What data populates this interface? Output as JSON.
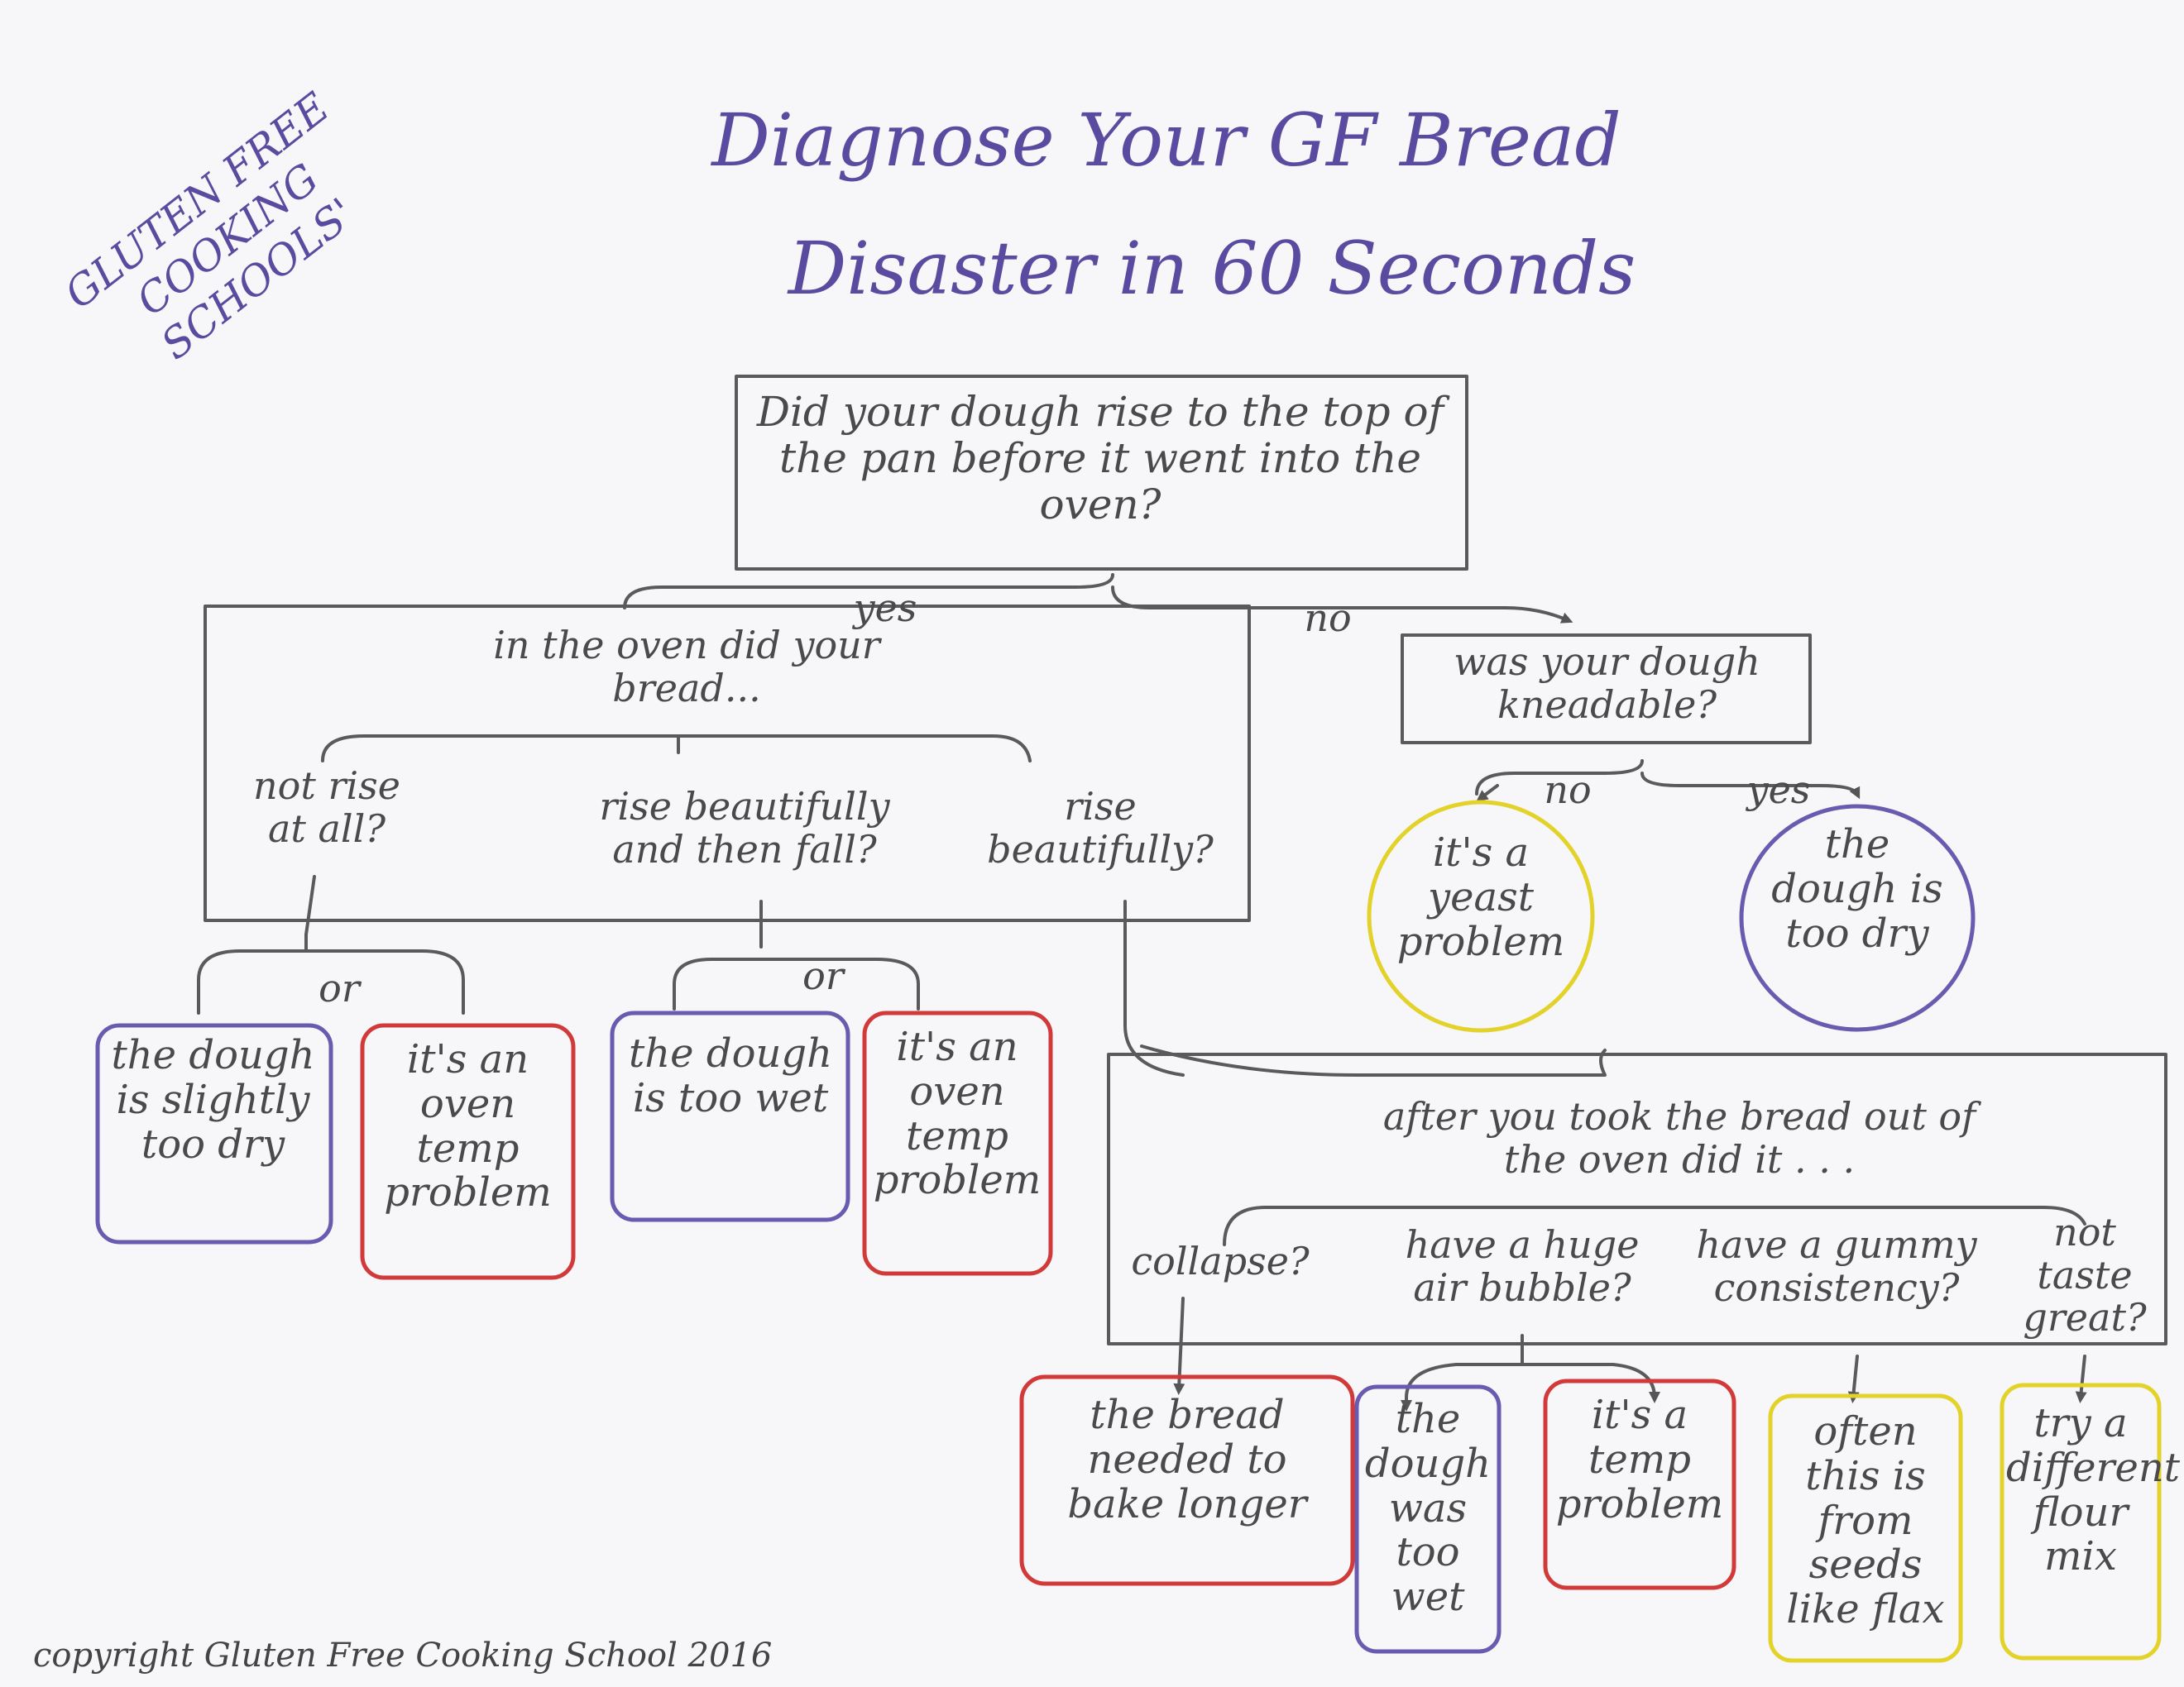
{
  "title": {
    "line1": "Diagnose Your GF Bread",
    "line2": "Disaster in 60 Seconds"
  },
  "brand": "GLUTEN FREE COOKING SCHOOLS'",
  "colors": {
    "pencil": "#5a5a5a",
    "purple": "#6a5ab0",
    "red": "#d23a3a",
    "yellow": "#e2d22a"
  },
  "flow": {
    "root_question": "Did your dough rise to the top of the pan before it went into the oven?",
    "yes_label": "yes",
    "no_label": "no",
    "oven": {
      "question": "in the oven did your bread...",
      "opt_no_rise": "not rise at all?",
      "opt_rise_fall": "rise beautifully and then fall?",
      "opt_rise": "rise beautifully?",
      "or_label": "or",
      "ans_dry": "the dough is slightly too dry",
      "ans_temp1": "it's an oven temp problem",
      "ans_wet": "the dough is too wet",
      "ans_temp2": "it's an oven temp problem"
    },
    "knead": {
      "question": "was your dough kneadable?",
      "no_label": "no",
      "yes_label": "yes",
      "ans_yeast": "it's a yeast problem",
      "ans_dry": "the dough is too dry"
    },
    "after": {
      "question": "after you took the bread out of the oven did it . . .",
      "opt_collapse": "collapse?",
      "opt_bubble": "have a huge air bubble?",
      "opt_gummy": "have a gummy consistency?",
      "opt_taste": "not taste great?",
      "ans_longer": "the bread needed to bake longer",
      "ans_wet": "the dough was too wet",
      "ans_temp": "it's a temp problem",
      "ans_seeds": "often this is from seeds like flax",
      "ans_flour": "try a different flour mix"
    }
  },
  "footer": "copyright Gluten Free Cooking School 2016"
}
